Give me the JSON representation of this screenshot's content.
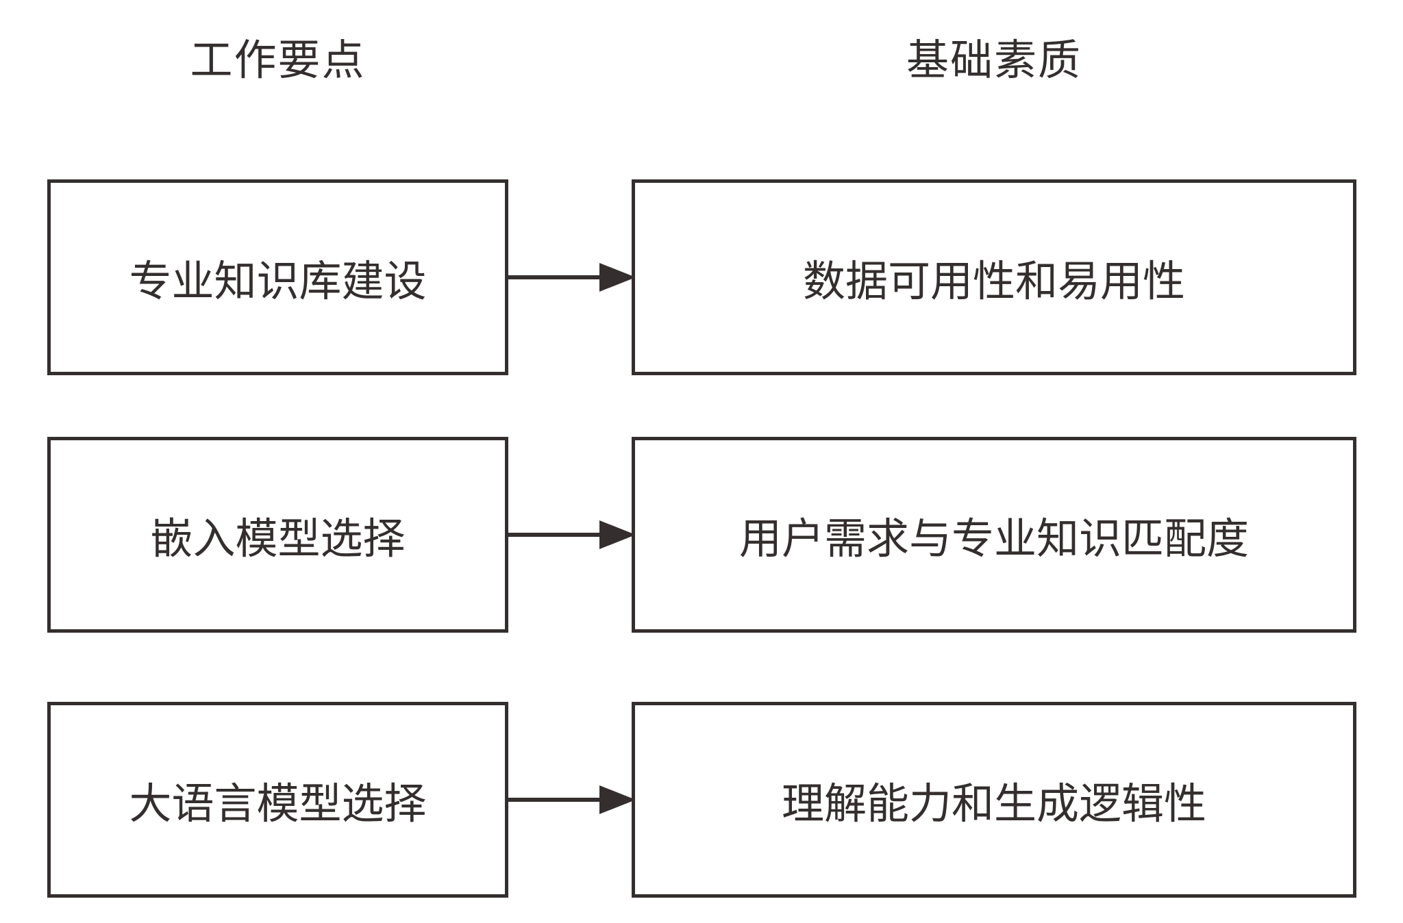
{
  "diagram": {
    "headers": {
      "left": "工作要点",
      "right": "基础素质"
    },
    "rows": [
      {
        "left": "专业知识库建设",
        "right": "数据可用性和易用性"
      },
      {
        "left": "嵌入模型选择",
        "right": "用户需求与专业知识匹配度"
      },
      {
        "left": "大语言模型选择",
        "right": "理解能力和生成逻辑性"
      }
    ],
    "colors": {
      "line": "#342e2e",
      "text": "#342e2e",
      "background": "#ffffff"
    }
  }
}
